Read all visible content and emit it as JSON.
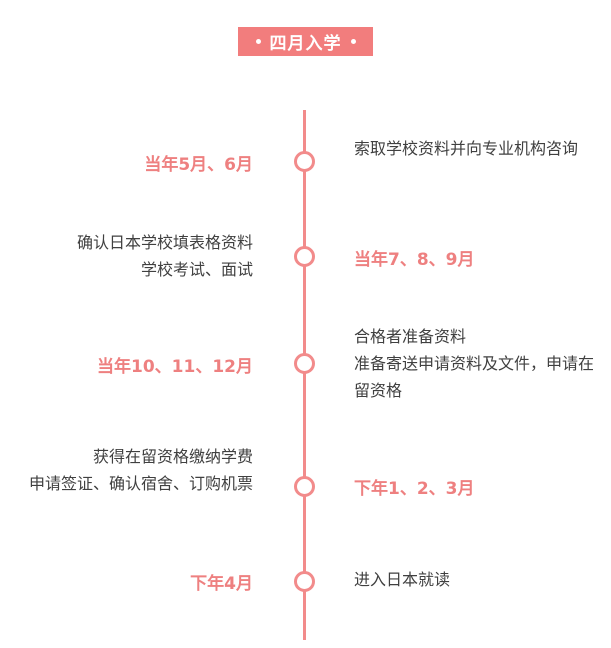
{
  "title": "四月入学",
  "timeline": [
    {
      "date": "当年5月、6月",
      "lines": [
        "索取学校资料并向专业机构咨询"
      ]
    },
    {
      "date": "当年7、8、9月",
      "lines": [
        "确认日本学校填表格资料",
        "学校考试、面试"
      ]
    },
    {
      "date": "当年10、11、12月",
      "lines": [
        "合格者准备资料",
        "准备寄送申请资料及文件，申请在留资格"
      ]
    },
    {
      "date": "下年1、2、3月",
      "lines": [
        "获得在留资格缴纳学费",
        "申请签证、确认宿舍、订购机票"
      ]
    },
    {
      "date": "下年4月",
      "lines": [
        "进入日本就读"
      ]
    }
  ],
  "colors": {
    "accent": "#f27d7d",
    "line": "#f28b8b",
    "text": "#404040"
  }
}
